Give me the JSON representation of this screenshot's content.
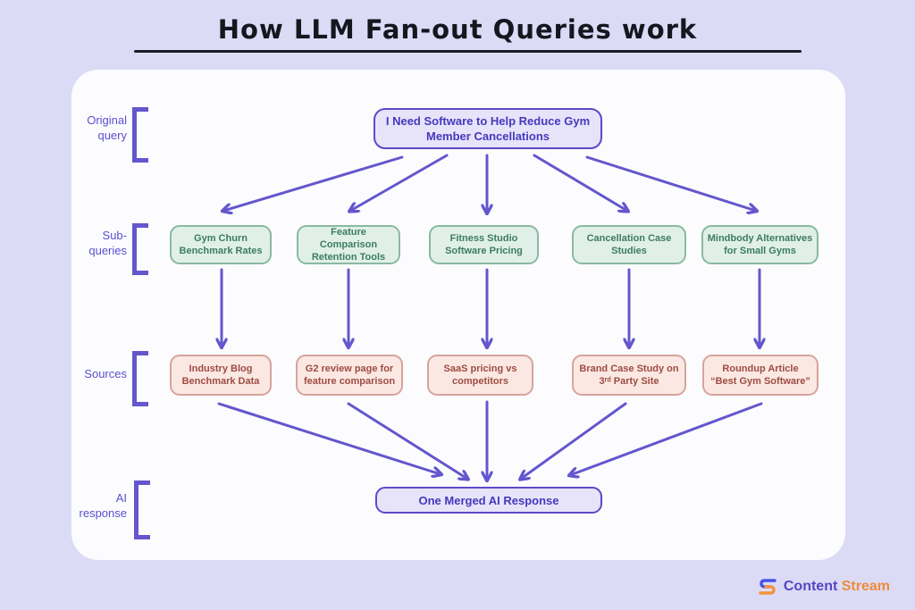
{
  "title": "How LLM Fan-out Queries work",
  "row_labels": {
    "original_query": {
      "line1": "Original",
      "line2": "query"
    },
    "sub_queries": {
      "line1": "Sub-",
      "line2": "queries"
    },
    "sources": {
      "line1": "Sources",
      "line2": ""
    },
    "ai_response": {
      "line1": "AI",
      "line2": "response"
    }
  },
  "query_box": {
    "line1": "I Need Software to Help Reduce Gym",
    "line2": "Member Cancellations"
  },
  "subqueries": [
    {
      "line1": "Gym Churn",
      "line2": "Benchmark Rates"
    },
    {
      "line1": "Feature Comparison",
      "line2": "Retention Tools"
    },
    {
      "line1": "Fitness Studio",
      "line2": "Software Pricing"
    },
    {
      "line1": "Cancellation Case",
      "line2": "Studies"
    },
    {
      "line1": "Mindbody Alternatives",
      "line2": "for Small Gyms"
    }
  ],
  "sources": [
    {
      "line1": "Industry Blog",
      "line2": "Benchmark Data"
    },
    {
      "line1": "G2 review page for",
      "line2": "feature comparison"
    },
    {
      "line1": "SaaS pricing vs",
      "line2": "competitors"
    },
    {
      "line1": "Brand Case Study on",
      "line2": "3ʳᵈ Party Site"
    },
    {
      "line1": "Roundup Article",
      "line2": "“Best Gym Software”"
    }
  ],
  "merged_box": {
    "label": "One Merged AI Response"
  },
  "footer": {
    "brand_part1": "Content",
    "brand_part2": "Stream"
  },
  "colors": {
    "background": "#dcdbf6",
    "panel": "#fcfcfe",
    "arrow": "#6456cd",
    "purple_border": "#5a4bc8",
    "purple_fill": "#e7e4fa",
    "purple_text": "#4638bd",
    "green_border": "#8ab9a1",
    "green_fill": "#e0f0e8",
    "green_text": "#3c7c61",
    "pink_border": "#d6a49c",
    "pink_fill": "#fbe8e2",
    "pink_text": "#9d4c43",
    "brand_purple": "#5646c4",
    "brand_orange": "#ed8b3d"
  }
}
